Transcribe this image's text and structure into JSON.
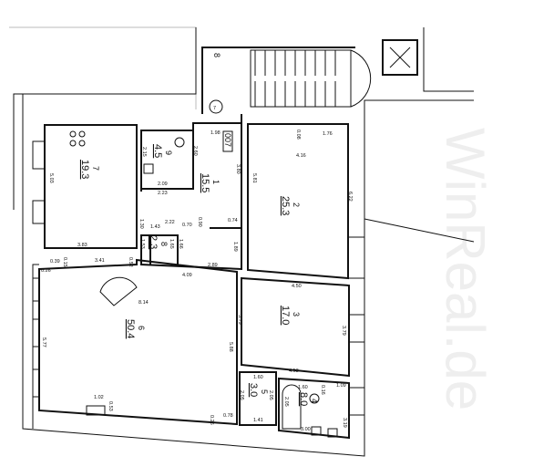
{
  "watermark": "WinReal.de",
  "stair_mark": "8",
  "entrance_mark": "7",
  "meter_label": "007",
  "rooms": [
    {
      "number": "1",
      "area": "15.5"
    },
    {
      "number": "2",
      "area": "25.3"
    },
    {
      "number": "3",
      "area": "17.0"
    },
    {
      "number": "4",
      "area": "8.0"
    },
    {
      "number": "5",
      "area": "3.0"
    },
    {
      "number": "6",
      "area": "50.4"
    },
    {
      "number": "7",
      "area": "19.3"
    },
    {
      "number": "8",
      "area": "2.3"
    },
    {
      "number": "9",
      "area": "4.5"
    }
  ],
  "dimensions": [
    "1.98",
    "0.08",
    "1.76",
    "4.16",
    "5.81",
    "6.22",
    "3.80",
    "2.60",
    "2.15",
    "2.09",
    "2.23",
    "1.30",
    "2.22",
    "1.43",
    "0.70",
    "0.90",
    "0.74",
    "1.53",
    "1.65",
    "1.66",
    "1.89",
    "2.89",
    "5.03",
    "3.83",
    "3.41",
    "0.39",
    "0.15",
    "0.52",
    "0.26",
    "4.09",
    "8.14",
    "5.77",
    "3.79",
    "5.88",
    "4.50",
    "3.79",
    "4.53",
    "1.60",
    "2.05",
    "2.05",
    "1.41",
    "2.05",
    "1.60",
    "0.16",
    "1.09",
    "3.19",
    "3.00",
    "1.02",
    "0.53",
    "0.26",
    "0.78"
  ]
}
